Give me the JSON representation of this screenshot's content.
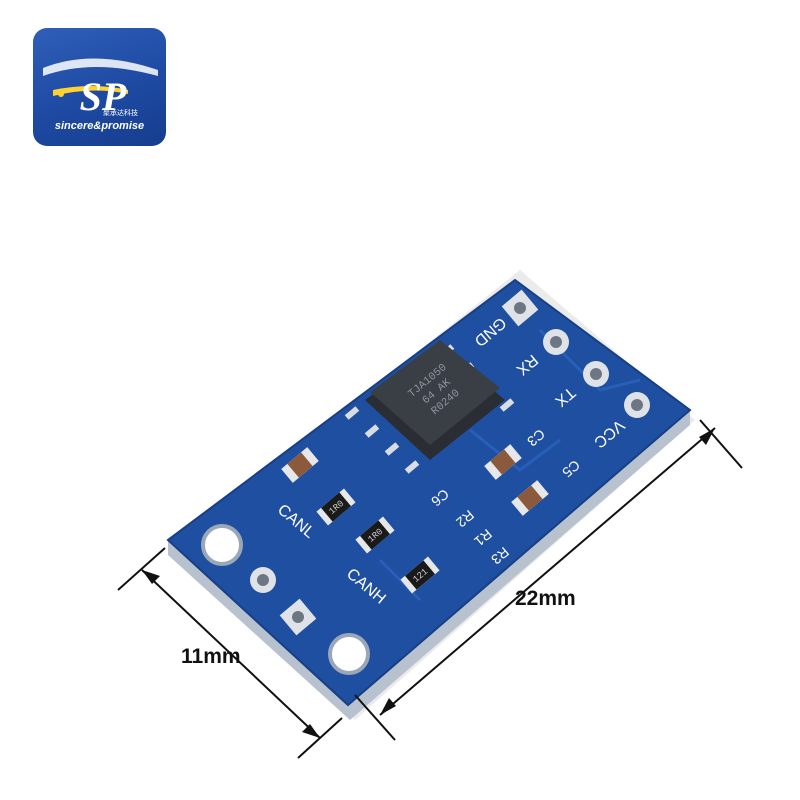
{
  "logo": {
    "brand_text": "sincere&promise",
    "chinese_text": "聚承达科技",
    "letters": "SP"
  },
  "dimensions": {
    "length_label": "22mm",
    "width_label": "11mm"
  },
  "board": {
    "color": "#1f4fa0",
    "pin_labels": [
      "GND",
      "RX",
      "TX",
      "VCC"
    ],
    "bus_labels": [
      "CANL",
      "CANH"
    ],
    "component_labels": [
      "C3",
      "C5",
      "C6",
      "R2",
      "R1",
      "R3"
    ],
    "resistor_codes": [
      "1R0",
      "1R0",
      "121"
    ],
    "chip_text": [
      "TJA1050",
      "64 AK",
      "R0240"
    ]
  }
}
